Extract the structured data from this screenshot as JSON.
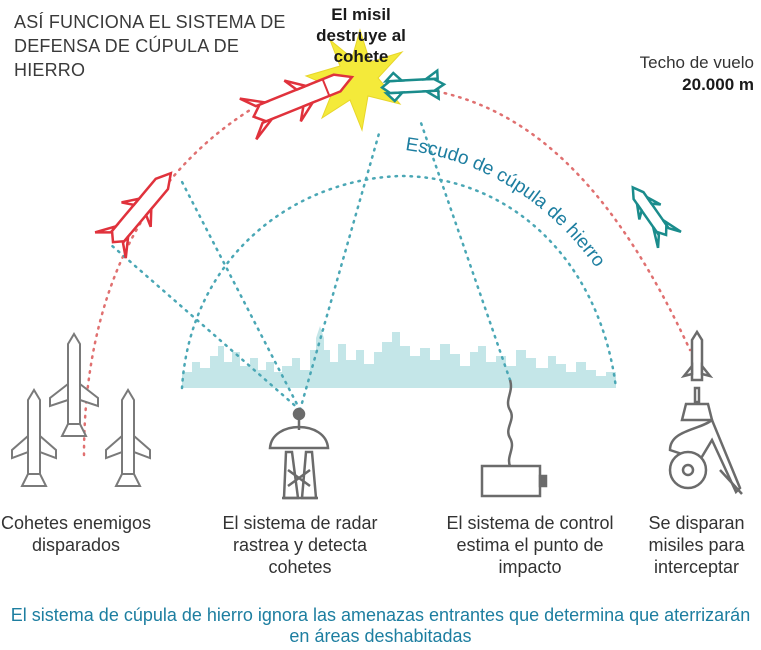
{
  "title": "ASÍ FUNCIONA EL SISTEMA DE DEFENSA DE CÚPULA DE HIERRO",
  "callout": "El misil destruye al cohete",
  "ceiling": {
    "label": "Techo de vuelo",
    "value": "20.000 m"
  },
  "shield_label": "Escudo de cúpula de hierro",
  "steps": [
    "Cohetes enemigos disparados",
    "El sistema de radar rastrea y detecta cohetes",
    "El sistema de control estima el punto de impacto",
    "Se disparan misiles para interceptar"
  ],
  "footer": "El sistema de cúpula de hierro ignora las amenazas entrantes que determina que aterrizarán en áreas deshabitadas",
  "colors": {
    "rocket": "#e0323c",
    "interceptor": "#1a8c8c",
    "shield": "#1d7ea0",
    "city": "#bfe3e5",
    "explosion": "#f4ea3a",
    "icon": "#6b6b6b"
  }
}
